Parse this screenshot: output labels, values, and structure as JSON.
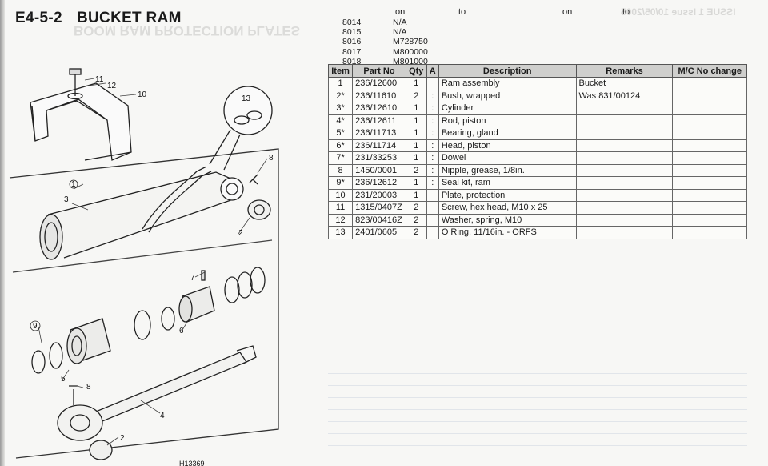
{
  "header": {
    "code": "E4-5-2",
    "title": "BUCKET RAM",
    "ghost_title": "BOOM RAM PROTECTION PLATES",
    "ghost_issue": "ISSUE 1 Issue 10/05/2005"
  },
  "serial_header": {
    "on1": "on",
    "to1": "to",
    "on2": "on",
    "to2": "to"
  },
  "serials": [
    {
      "sn": "8014",
      "ref": "N/A"
    },
    {
      "sn": "8015",
      "ref": "N/A"
    },
    {
      "sn": "8016",
      "ref": "M728750"
    },
    {
      "sn": "8017",
      "ref": "M800000"
    },
    {
      "sn": "8018",
      "ref": "M801000"
    }
  ],
  "table": {
    "columns": [
      "Item",
      "Part No",
      "Qty",
      "A",
      "Description",
      "Remarks",
      "M/C No change"
    ],
    "rows": [
      {
        "item": "1",
        "part": "236/12600",
        "qty": "1",
        "a": "",
        "desc": "Ram assembly",
        "remarks": "Bucket"
      },
      {
        "item": "2*",
        "part": "236/11610",
        "qty": "2",
        "a": ":",
        "desc": "Bush, wrapped",
        "remarks": "Was 831/00124"
      },
      {
        "item": "3*",
        "part": "236/12610",
        "qty": "1",
        "a": ":",
        "desc": "Cylinder",
        "remarks": ""
      },
      {
        "item": "4*",
        "part": "236/12611",
        "qty": "1",
        "a": ":",
        "desc": "Rod, piston",
        "remarks": ""
      },
      {
        "item": "5*",
        "part": "236/11713",
        "qty": "1",
        "a": ":",
        "desc": "Bearing, gland",
        "remarks": ""
      },
      {
        "item": "6*",
        "part": "236/11714",
        "qty": "1",
        "a": ":",
        "desc": "Head, piston",
        "remarks": ""
      },
      {
        "item": "7*",
        "part": "231/33253",
        "qty": "1",
        "a": ":",
        "desc": "Dowel",
        "remarks": ""
      },
      {
        "item": "8",
        "part": "1450/0001",
        "qty": "2",
        "a": ":",
        "desc": "Nipple, grease, 1/8in.",
        "remarks": ""
      },
      {
        "item": "9*",
        "part": "236/12612",
        "qty": "1",
        "a": ":",
        "desc": "Seal kit, ram",
        "remarks": ""
      },
      {
        "item": "10",
        "part": "231/20003",
        "qty": "1",
        "a": "",
        "desc": "Plate, protection",
        "remarks": ""
      },
      {
        "item": "11",
        "part": "1315/0407Z",
        "qty": "2",
        "a": "",
        "desc": "Screw, hex head, M10 x 25",
        "remarks": ""
      },
      {
        "item": "12",
        "part": "823/00416Z",
        "qty": "2",
        "a": "",
        "desc": "Washer, spring, M10",
        "remarks": ""
      },
      {
        "item": "13",
        "part": "2401/0605",
        "qty": "2",
        "a": "",
        "desc": "O Ring, 11/16in. - ORFS",
        "remarks": ""
      }
    ]
  },
  "drawing": {
    "callouts": [
      "11",
      "12",
      "10",
      "13",
      "8",
      "1",
      "3",
      "2",
      "7",
      "9",
      "6",
      "5",
      "8",
      "4",
      "2"
    ],
    "ref": "H13369"
  }
}
